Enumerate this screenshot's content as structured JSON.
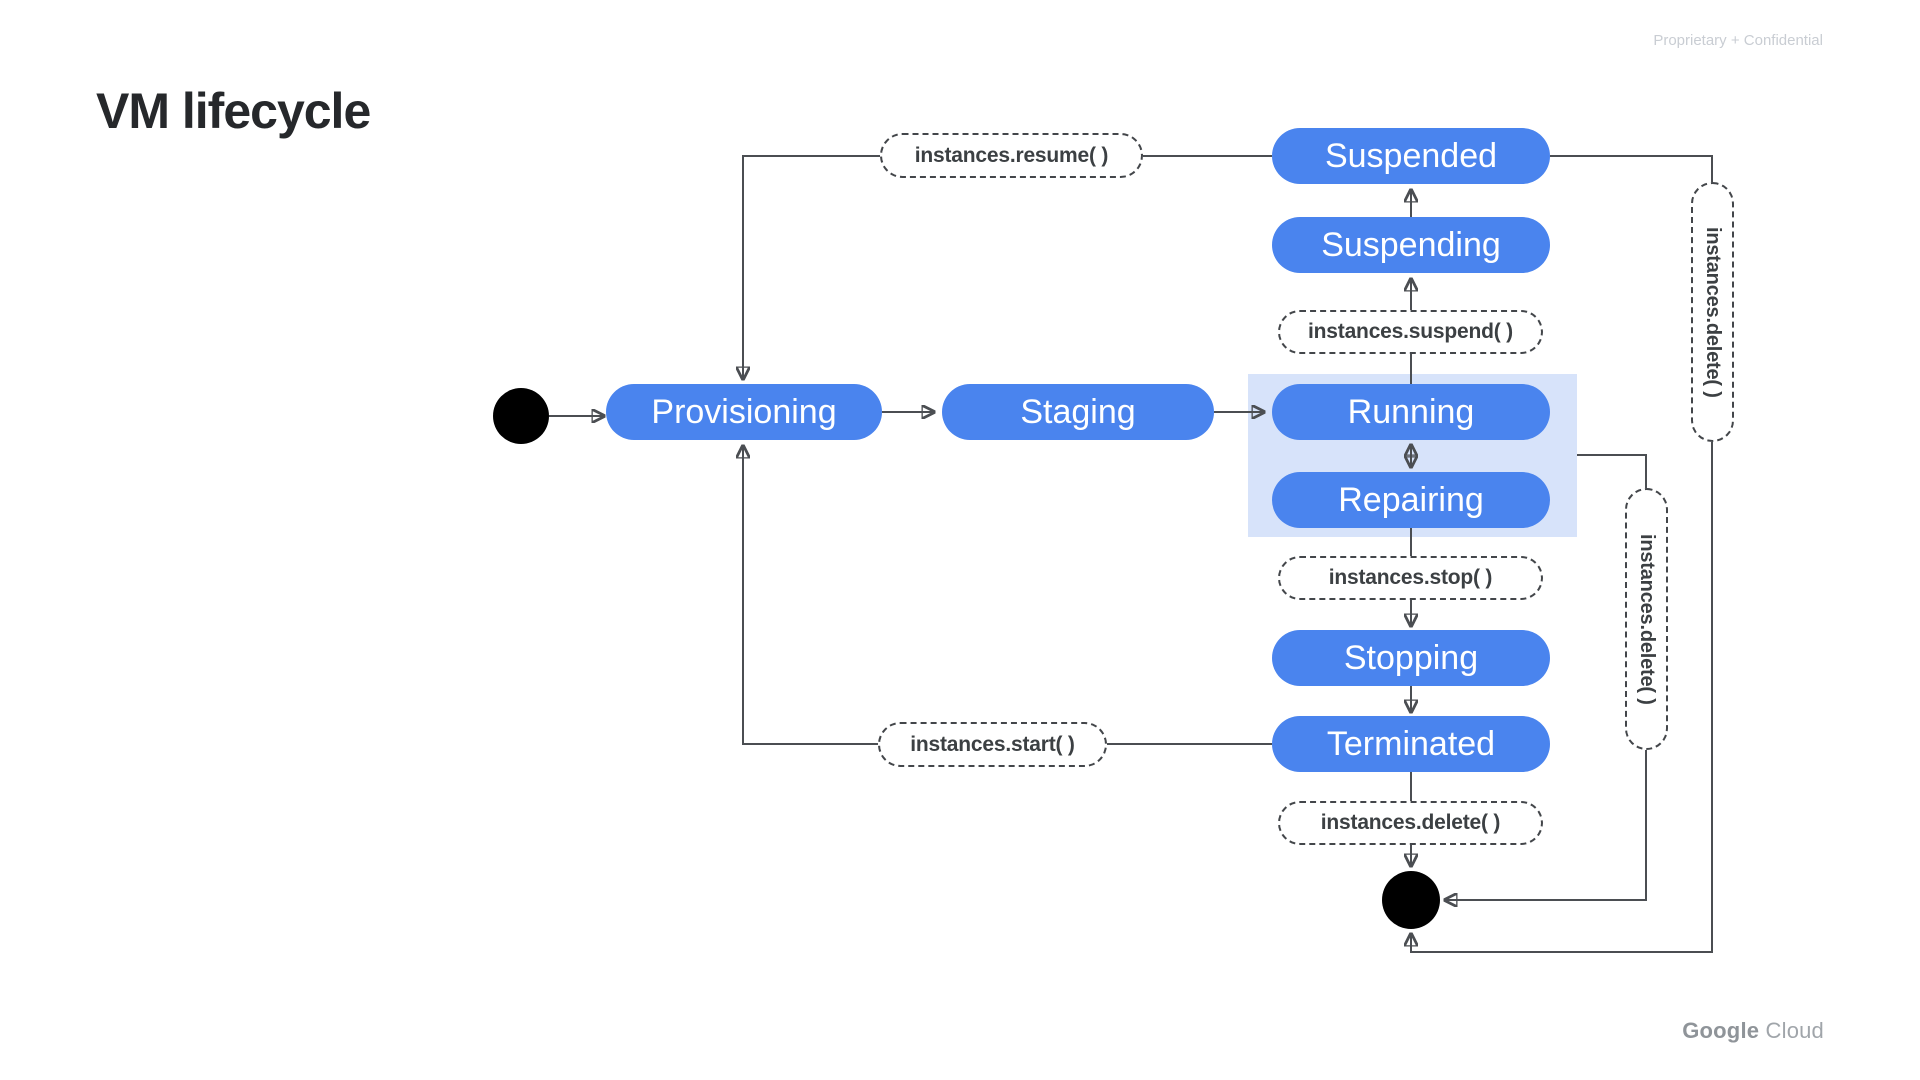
{
  "slide": {
    "title": "VM lifecycle",
    "classification": "Proprietary + Confidential",
    "brand": {
      "primary": "Google",
      "secondary": "Cloud"
    }
  },
  "colors": {
    "state_fill": "#4A84EE",
    "state_text": "#FFFFFF",
    "highlight_fill": "#D7E3FA",
    "connector": "#4B4E52",
    "action_border": "#43464A",
    "action_text": "#3C4043",
    "node_fill": "#000000"
  },
  "diagram": {
    "states": {
      "provisioning": "Provisioning",
      "staging": "Staging",
      "running": "Running",
      "repairing": "Repairing",
      "suspended": "Suspended",
      "suspending": "Suspending",
      "stopping": "Stopping",
      "terminated": "Terminated"
    },
    "actions": {
      "resume": "instances.resume( )",
      "suspend": "instances.suspend( )",
      "stop": "instances.stop( )",
      "start": "instances.start( )",
      "delete_terminated": "instances.delete( )",
      "delete_suspended": "instances.delete( )",
      "delete_running": "instances.delete( )"
    }
  }
}
